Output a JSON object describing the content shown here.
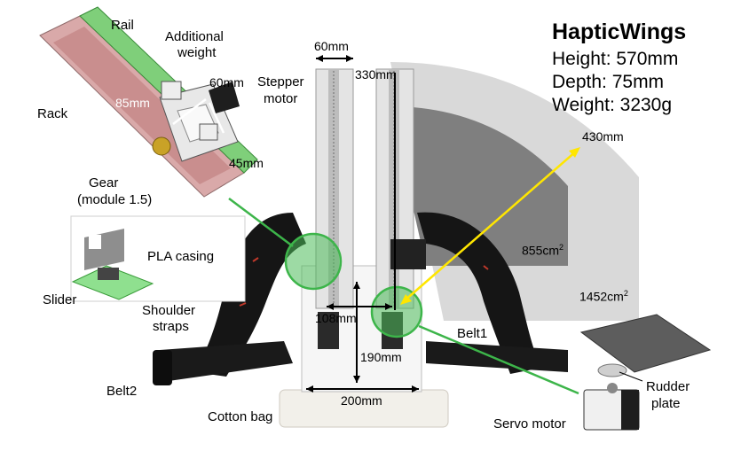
{
  "specs": {
    "title": "HapticWings",
    "height": "Height: 570mm",
    "depth": "Depth: 75mm",
    "weight": "Weight: 3230g"
  },
  "labels": {
    "rail": "Rail",
    "additional_weight_1": "Additional",
    "additional_weight_2": "weight",
    "stepper_1": "Stepper",
    "stepper_2": "motor",
    "rack": "Rack",
    "gear_1": "Gear",
    "gear_2": "(module 1.5)",
    "pla_casing": "PLA casing",
    "slider": "Slider",
    "shoulder_1": "Shoulder",
    "shoulder_2": "straps",
    "belt1": "Belt1",
    "belt2": "Belt2",
    "cotton_bag": "Cotton bag",
    "servo": "Servo motor",
    "rudder_1": "Rudder",
    "rudder_2": "plate"
  },
  "dimensions": {
    "d60_top": "60mm",
    "d330": "330mm",
    "d60_side": "60mm",
    "d85": "85mm",
    "d45": "45mm",
    "d430": "430mm",
    "d108": "108mm",
    "d190": "190mm",
    "d200": "200mm"
  },
  "areas": {
    "a855_value": "855cm",
    "a1452_value": "1452cm",
    "unit_exp": "2"
  },
  "colors": {
    "accent_green": "#3db54a",
    "arrow_yellow": "#ffe600",
    "inner_area": "#7d7d7d",
    "outer_area": "#d6d6d6"
  }
}
